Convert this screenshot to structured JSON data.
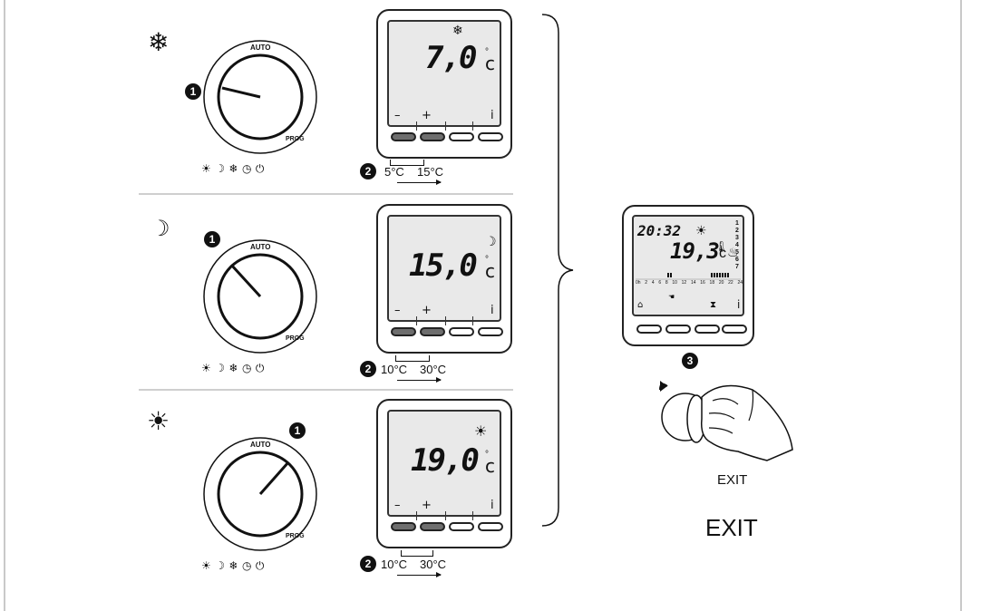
{
  "panels": [
    {
      "mode": "frost",
      "mode_icon": "snowflake-icon",
      "mode_glyph": "❄",
      "dial_labels": {
        "auto": "AUTO",
        "prog": "PROG"
      },
      "step1": "1",
      "display_temp": "7,0",
      "display_unit": "c",
      "display_mode_glyph": "❄",
      "keys": [
        "–",
        "+",
        "",
        "i"
      ],
      "step2": "2",
      "range_min": "5°C",
      "range_max": "15°C"
    },
    {
      "mode": "night",
      "mode_icon": "moon-icon",
      "mode_glyph": "☽",
      "dial_labels": {
        "auto": "AUTO",
        "prog": "PROG"
      },
      "step1": "1",
      "display_temp": "15,0",
      "display_unit": "c",
      "display_mode_glyph": "☽",
      "keys": [
        "–",
        "+",
        "",
        "i"
      ],
      "step2": "2",
      "range_min": "10°C",
      "range_max": "30°C"
    },
    {
      "mode": "comfort",
      "mode_icon": "sun-icon",
      "mode_glyph": "☀",
      "dial_labels": {
        "auto": "AUTO",
        "prog": "PROG"
      },
      "step1": "1",
      "display_temp": "19,0",
      "display_unit": "c",
      "display_mode_glyph": "☀",
      "keys": [
        "–",
        "+",
        "",
        "i"
      ],
      "step2": "2",
      "range_min": "10°C",
      "range_max": "30°C"
    }
  ],
  "auto_display": {
    "time": "20:32",
    "temp": "19,3",
    "unit": "c",
    "day_numbers": [
      "1",
      "2",
      "3",
      "4",
      "5",
      "6",
      "7"
    ],
    "hour_labels": [
      "0h",
      "2",
      "4",
      "6",
      "8",
      "10",
      "12",
      "14",
      "16",
      "18",
      "20",
      "22",
      "24"
    ]
  },
  "step3": "3",
  "exit_small": "EXIT",
  "exit_large": "EXIT"
}
